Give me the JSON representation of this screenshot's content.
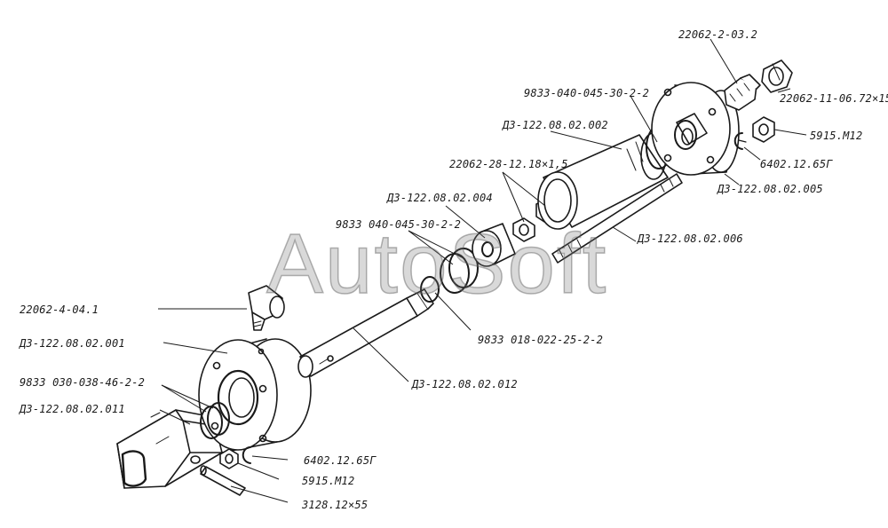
{
  "watermark": "AutoSoft",
  "labels": {
    "fitting_top": "22062-2-03.2",
    "cap_top": "22062-11-06.72×15",
    "oring_upper": "9833-040-045-30-2-2",
    "nut_m12_top": "5915.M12",
    "cylinder_002": "ДЗ-122.08.02.002",
    "ring_top": "6402.12.65Г",
    "nut_pair": "22062-28-12.18×1,5",
    "flange_005": "ДЗ-122.08.02.005",
    "bushing_004": "ДЗ-122.08.02.004",
    "stud_006": "ДЗ-122.08.02.006",
    "oring_mid": "9833 040-045-30-2-2",
    "elbow": "22062-4-04.1",
    "flange_001": "ДЗ-122.08.02.001",
    "oring_small": "9833 018-022-25-2-2",
    "oring_lower": "9833 030-038-46-2-2",
    "rod_012": "ДЗ-122.08.02.012",
    "lug_011": "ДЗ-122.08.02.011",
    "ring_bottom": "6402.12.65Г",
    "nut_m12_bottom": "5915.M12",
    "pin": "3128.12×55"
  }
}
